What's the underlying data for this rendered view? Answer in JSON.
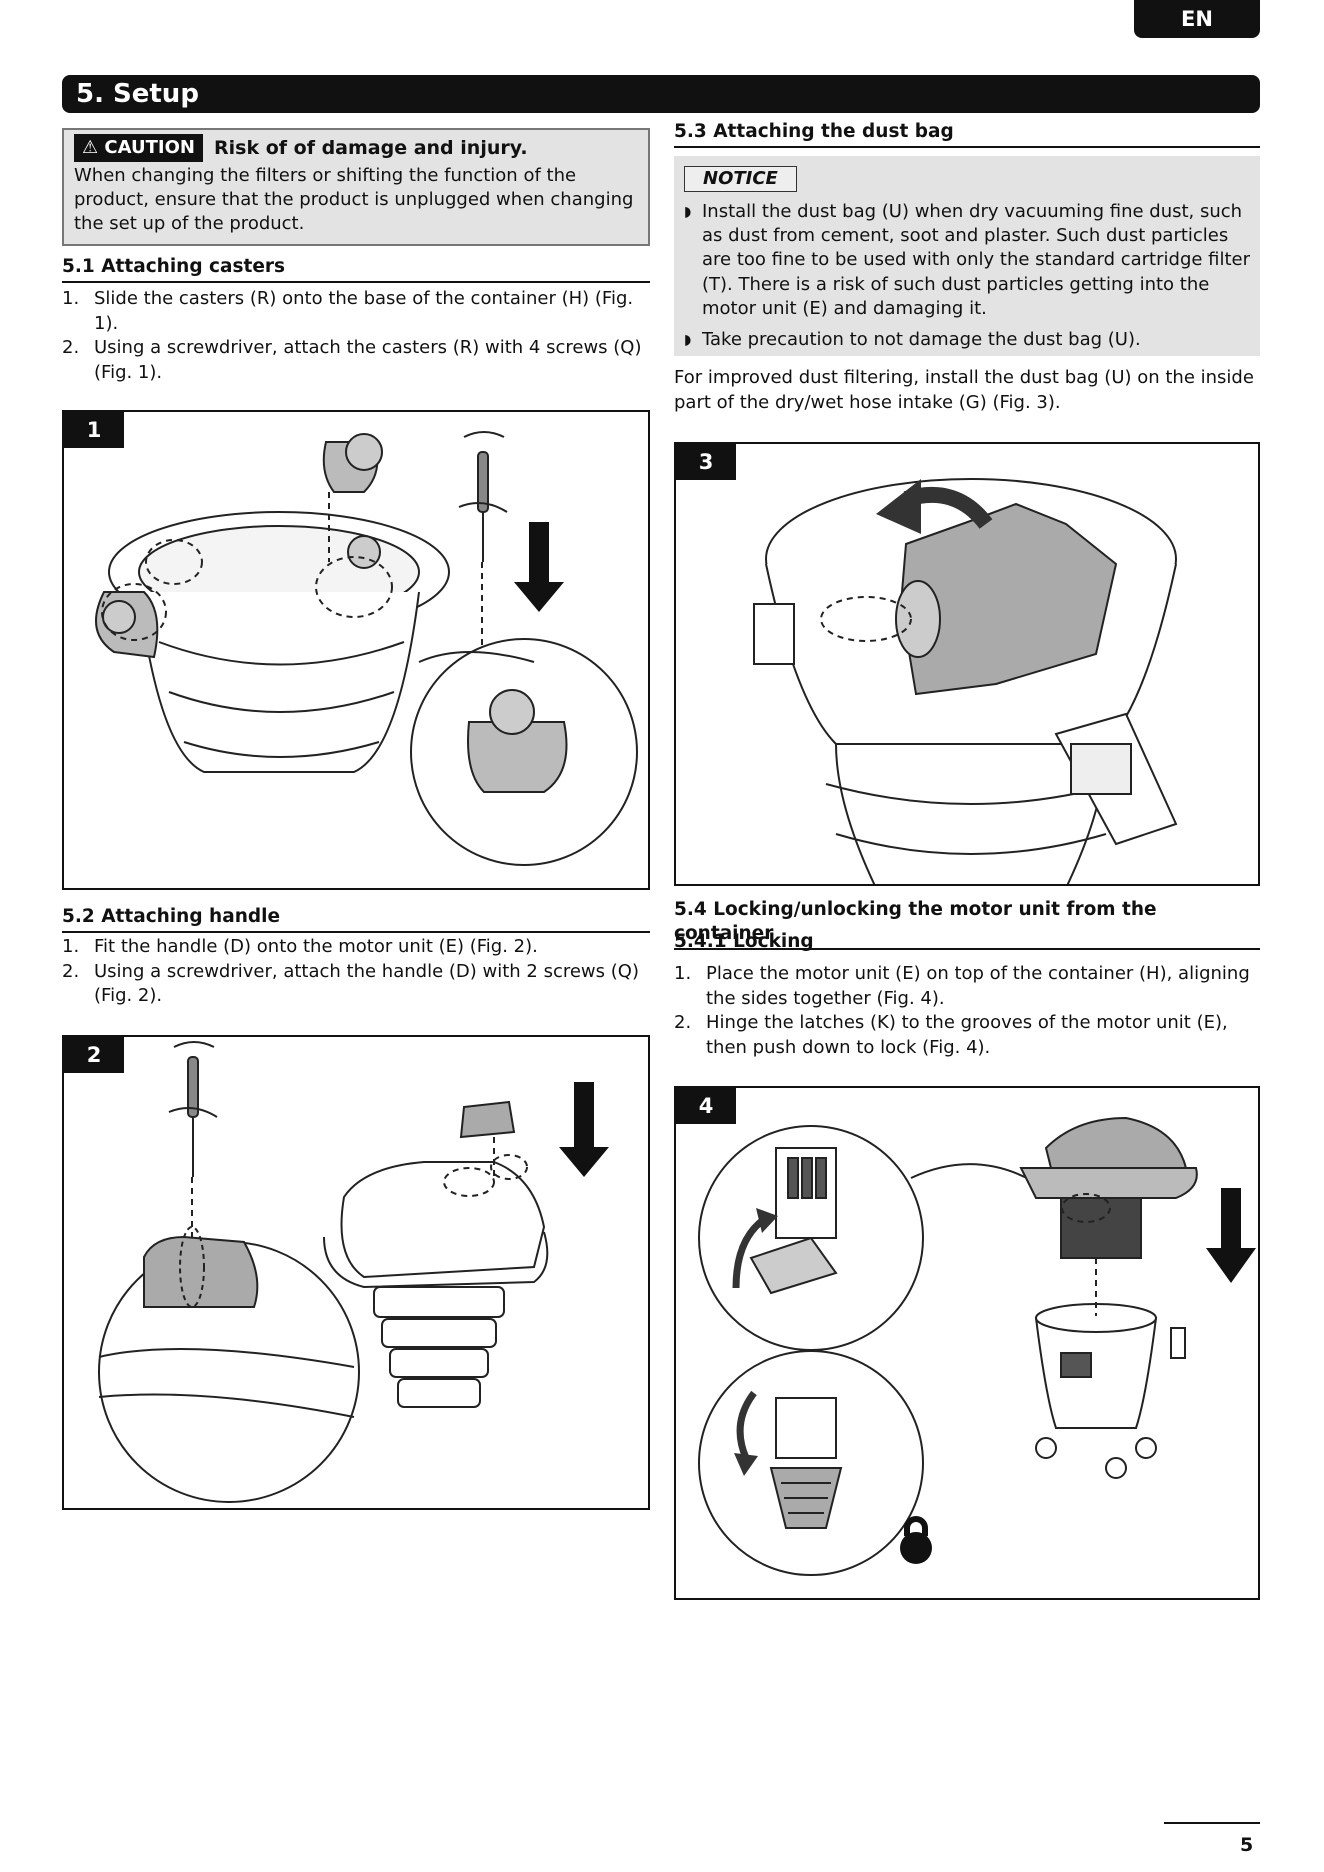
{
  "header": {
    "language": "EN"
  },
  "section": {
    "title": "5. Setup"
  },
  "caution": {
    "tag": "CAUTION",
    "title": "Risk of of damage and injury.",
    "text": "When changing the filters or shifting the function of the product, ensure that the product is unplugged when changing the set up of the product."
  },
  "casters": {
    "heading": "5.1 Attaching casters",
    "steps": [
      {
        "num": "1.",
        "text": "Slide the casters (R) onto the base of the container (H) (Fig. 1)."
      },
      {
        "num": "2.",
        "text": "Using a screwdriver, attach the casters (R) with 4 screws (Q) (Fig. 1)."
      }
    ]
  },
  "handle": {
    "heading": "5.2 Attaching handle",
    "steps": [
      {
        "num": "1.",
        "text": "Fit the handle (D) onto the motor unit (E) (Fig. 2)."
      },
      {
        "num": "2.",
        "text": "Using a screwdriver, attach the handle (D) with 2 screws (Q) (Fig. 2)."
      }
    ]
  },
  "dustbag": {
    "heading": "5.3 Attaching the dust bag",
    "notice_tag": "NOTICE",
    "notice_items": [
      "Install the dust bag (U) when dry vacuuming fine dust, such as dust from cement, soot and plaster. Such dust particles are too fine to be used with only the standard cartridge filter (T). There is a risk of such dust particles getting into the motor unit (E) and damaging it.",
      "Take precaution to not damage the dust bag (U)."
    ],
    "text": "For improved dust filtering, install the dust bag (U) on the inside part of the dry/wet hose intake (G) (Fig. 3)."
  },
  "locking": {
    "heading": "5.4 Locking/unlocking the motor unit from the container",
    "subheading": "5.4.1 Locking",
    "steps": [
      {
        "num": "1.",
        "text": "Place the motor unit (E) on top of the container (H), aligning the sides together (Fig. 4)."
      },
      {
        "num": "2.",
        "text": "Hinge the latches (K) to the grooves of the motor unit (E), then push down to lock (Fig. 4)."
      }
    ]
  },
  "figures": {
    "fig1": "1",
    "fig2": "2",
    "fig3": "3",
    "fig4": "4"
  },
  "footer": {
    "page_number": "5"
  }
}
